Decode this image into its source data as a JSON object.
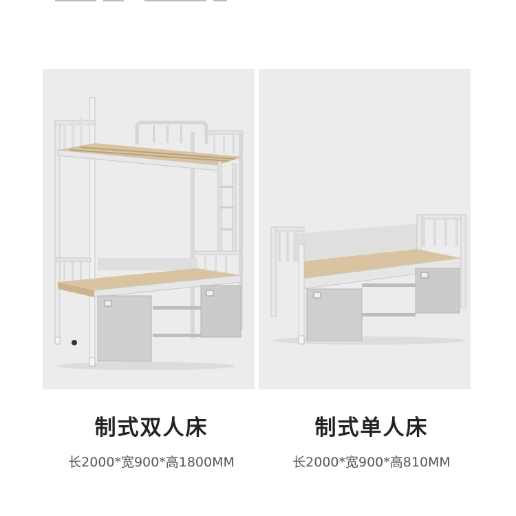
{
  "products": [
    {
      "title": "制式双人床",
      "spec": "长2000*宽900*高1800MM"
    },
    {
      "title": "制式单人床",
      "spec": "长2000*宽900*高810MM"
    }
  ],
  "colors": {
    "panel_bg": "#ececec",
    "frame": "#e6e6e6",
    "wood": "#d9c3a1",
    "cabinet": "#c8c8c8",
    "title": "#222222",
    "spec": "#555555"
  }
}
